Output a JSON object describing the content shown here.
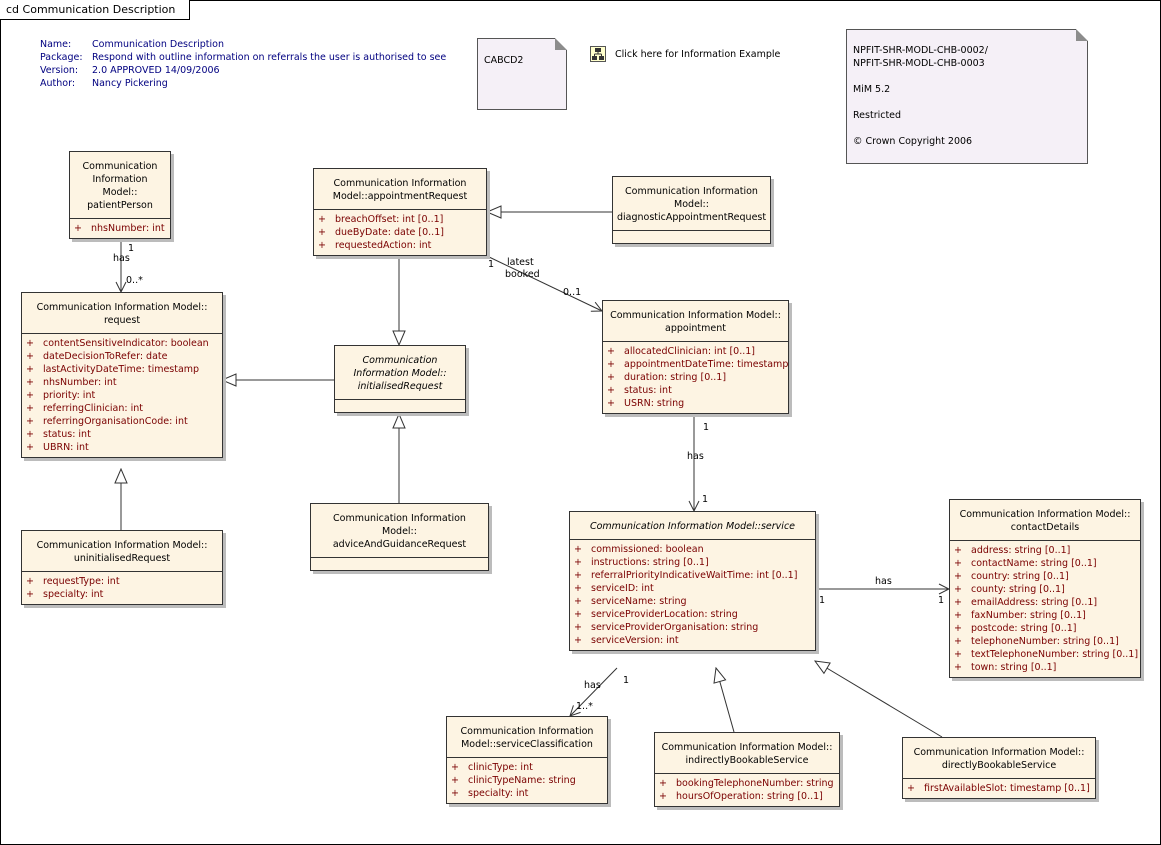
{
  "diagram_tab": "cd Communication Description",
  "header": [
    {
      "key": "Name:",
      "value": "Communication Description"
    },
    {
      "key": "Package:",
      "value": "Respond with outline information on referrals the user is authorised to see"
    },
    {
      "key": "Version:",
      "value": "2.0 APPROVED 14/09/2006"
    },
    {
      "key": "Author:",
      "value": "Nancy Pickering"
    }
  ],
  "note_cabcd": "CABCD2",
  "info_link": "Click here for Information Example",
  "note_meta": {
    "line1": "NPFIT-SHR-MODL-CHB-0002/",
    "line2": "NPFIT-SHR-MODL-CHB-0003",
    "mim": "MiM 5.2",
    "restricted": "Restricted",
    "copyright": "© Crown Copyright 2006"
  },
  "classes": {
    "patientPerson": {
      "name_lines": [
        "Communication",
        "Information",
        "Model::",
        "patientPerson"
      ],
      "attrs": [
        "nhsNumber:  int"
      ]
    },
    "request": {
      "name_lines": [
        "Communication Information Model::",
        "request"
      ],
      "attrs": [
        "contentSensitiveIndicator:  boolean",
        "dateDecisionToRefer:  date",
        "lastActivityDateTime:  timestamp",
        "nhsNumber:  int",
        "priority:  int",
        "referringClinician:  int",
        "referringOrganisationCode:  int",
        "status:  int",
        "UBRN:  int"
      ]
    },
    "uninitialisedRequest": {
      "name_lines": [
        "Communication Information Model::",
        "uninitialisedRequest"
      ],
      "attrs": [
        "requestType:  int",
        "specialty:  int"
      ]
    },
    "appointmentRequest": {
      "name_lines": [
        "Communication Information",
        "Model::appointmentRequest"
      ],
      "attrs": [
        "breachOffset:  int [0..1]",
        "dueByDate:  date [0..1]",
        "requestedAction:  int"
      ]
    },
    "initialisedRequest": {
      "name_lines": [
        "Communication",
        "Information Model::",
        "initialisedRequest"
      ],
      "attrs": []
    },
    "adviceAndGuidanceRequest": {
      "name_lines": [
        "Communication Information",
        "Model::",
        "adviceAndGuidanceRequest"
      ],
      "attrs": []
    },
    "diagnosticAppointmentRequest": {
      "name_lines": [
        "Communication Information",
        "Model::",
        "diagnosticAppointmentRequest"
      ],
      "attrs": []
    },
    "appointment": {
      "name_lines": [
        "Communication Information Model::",
        "appointment"
      ],
      "attrs": [
        "allocatedClinician:  int [0..1]",
        "appointmentDateTime:  timestamp",
        "duration:  string [0..1]",
        "status:  int",
        "USRN:  string"
      ]
    },
    "service": {
      "name_lines": [
        "Communication Information Model::service"
      ],
      "attrs": [
        "commissioned:  boolean",
        "instructions:  string [0..1]",
        "referralPriorityIndicativeWaitTime:  int [0..1]",
        "serviceID:  int",
        "serviceName:  string",
        "serviceProviderLocation:  string",
        "serviceProviderOrganisation:  string",
        "serviceVersion:  int"
      ]
    },
    "contactDetails": {
      "name_lines": [
        "Communication Information Model::",
        "contactDetails"
      ],
      "attrs": [
        "address:  string [0..1]",
        "contactName:  string [0..1]",
        "country:  string [0..1]",
        "county:  string [0..1]",
        "emailAddress:  string [0..1]",
        "faxNumber:  string [0..1]",
        "postcode:  string [0..1]",
        "telephoneNumber:  string [0..1]",
        "textTelephoneNumber:  string [0..1]",
        "town:  string [0..1]"
      ]
    },
    "serviceClassification": {
      "name_lines": [
        "Communication Information",
        "Model::serviceClassification"
      ],
      "attrs": [
        "clinicType:  int",
        "clinicTypeName:  string",
        "specialty:  int"
      ]
    },
    "indirectlyBookableService": {
      "name_lines": [
        "Communication Information Model::",
        "indirectlyBookableService"
      ],
      "attrs": [
        "bookingTelephoneNumber:  string",
        "hoursOfOperation:  string [0..1]"
      ]
    },
    "directlyBookableService": {
      "name_lines": [
        "Communication Information Model::",
        "directlyBookableService"
      ],
      "attrs": [
        "firstAvailableSlot:  timestamp [0..1]"
      ]
    }
  },
  "labels": {
    "pp_has": "has",
    "pp_m1": "1",
    "pp_m2": "0..*",
    "ar_latest": "latest",
    "ar_booked": "booked",
    "ar_m1": "1",
    "ar_m2": "0..1",
    "ap_has": "has",
    "ap_m1": "1",
    "ap_m2": "1",
    "cd_has": "has",
    "cd_m1": "1",
    "cd_m2": "1",
    "sc_has": "has",
    "sc_m1": "1",
    "sc_m2": "1..*"
  }
}
